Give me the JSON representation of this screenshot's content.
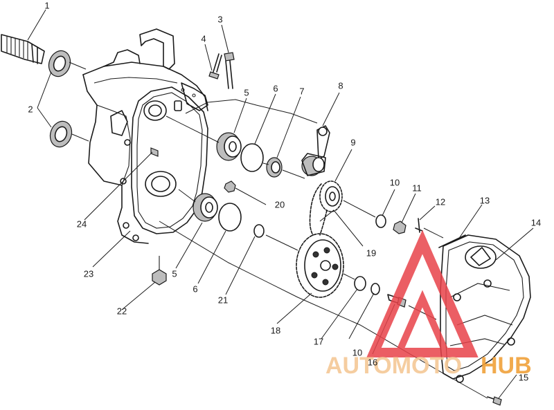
{
  "callouts": [
    {
      "id": "c1",
      "text": "1"
    },
    {
      "id": "c2",
      "text": "2"
    },
    {
      "id": "c3",
      "text": "3"
    },
    {
      "id": "c4",
      "text": "4"
    },
    {
      "id": "c5a",
      "text": "5"
    },
    {
      "id": "c5b",
      "text": "5"
    },
    {
      "id": "c6a",
      "text": "6"
    },
    {
      "id": "c6b",
      "text": "6"
    },
    {
      "id": "c7",
      "text": "7"
    },
    {
      "id": "c8",
      "text": "8"
    },
    {
      "id": "c9",
      "text": "9"
    },
    {
      "id": "c10a",
      "text": "10"
    },
    {
      "id": "c10b",
      "text": "10"
    },
    {
      "id": "c11",
      "text": "11"
    },
    {
      "id": "c12",
      "text": "12"
    },
    {
      "id": "c13",
      "text": "13"
    },
    {
      "id": "c14",
      "text": "14"
    },
    {
      "id": "c15",
      "text": "15"
    },
    {
      "id": "c16",
      "text": "16"
    },
    {
      "id": "c17",
      "text": "17"
    },
    {
      "id": "c18",
      "text": "18"
    },
    {
      "id": "c19",
      "text": "19"
    },
    {
      "id": "c20",
      "text": "20"
    },
    {
      "id": "c21",
      "text": "21"
    },
    {
      "id": "c22",
      "text": "22"
    },
    {
      "id": "c23",
      "text": "23"
    },
    {
      "id": "c24",
      "text": "24"
    }
  ],
  "watermark": {
    "part1": "AUTOMOTO",
    "part2": "HUB",
    "color_primary": "#f0a13a",
    "color_secondary": "#f5c896",
    "logo_color": "#e8434a"
  }
}
